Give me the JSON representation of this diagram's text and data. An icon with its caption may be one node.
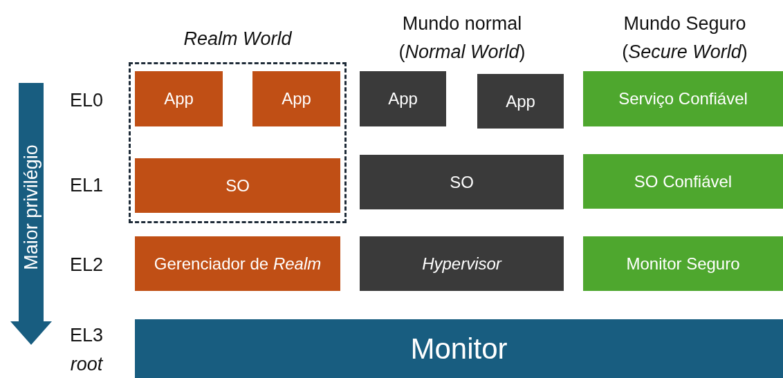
{
  "diagram": {
    "nodes": [
      {
        "text": [
          "Realm World"
        ]
      },
      {
        "text": [
          "App"
        ],
        "in": 0
      },
      {
        "text": [
          "App"
        ],
        "in": 0
      },
      {
        "text": [
          "SO"
        ],
        "in": 0
      },
      {
        "text": [
          "Gerenciador de *Realm*"
        ]
      },
      {
        "text": [
          "App"
        ]
      },
      {
        "text": [
          "App"
        ]
      },
      {
        "text": [
          "SO"
        ]
      },
      {
        "text": [
          "Hypervisor"
        ]
      },
      {
        "text": [
          "Serviço Confiável"
        ]
      },
      {
        "text": [
          "SO Confiável"
        ]
      },
      {
        "text": [
          "Monitor Seguro"
        ]
      },
      {
        "text": [
          "Monitor"
        ]
      }
    ],
    "labels": [
      "Mundo normal (*Normal World*)",
      "Mundo Seguro (*Secure World*)",
      "EL0",
      "EL1",
      "EL2",
      "EL3",
      "root",
      "Maior privilégio"
    ]
  }
}
